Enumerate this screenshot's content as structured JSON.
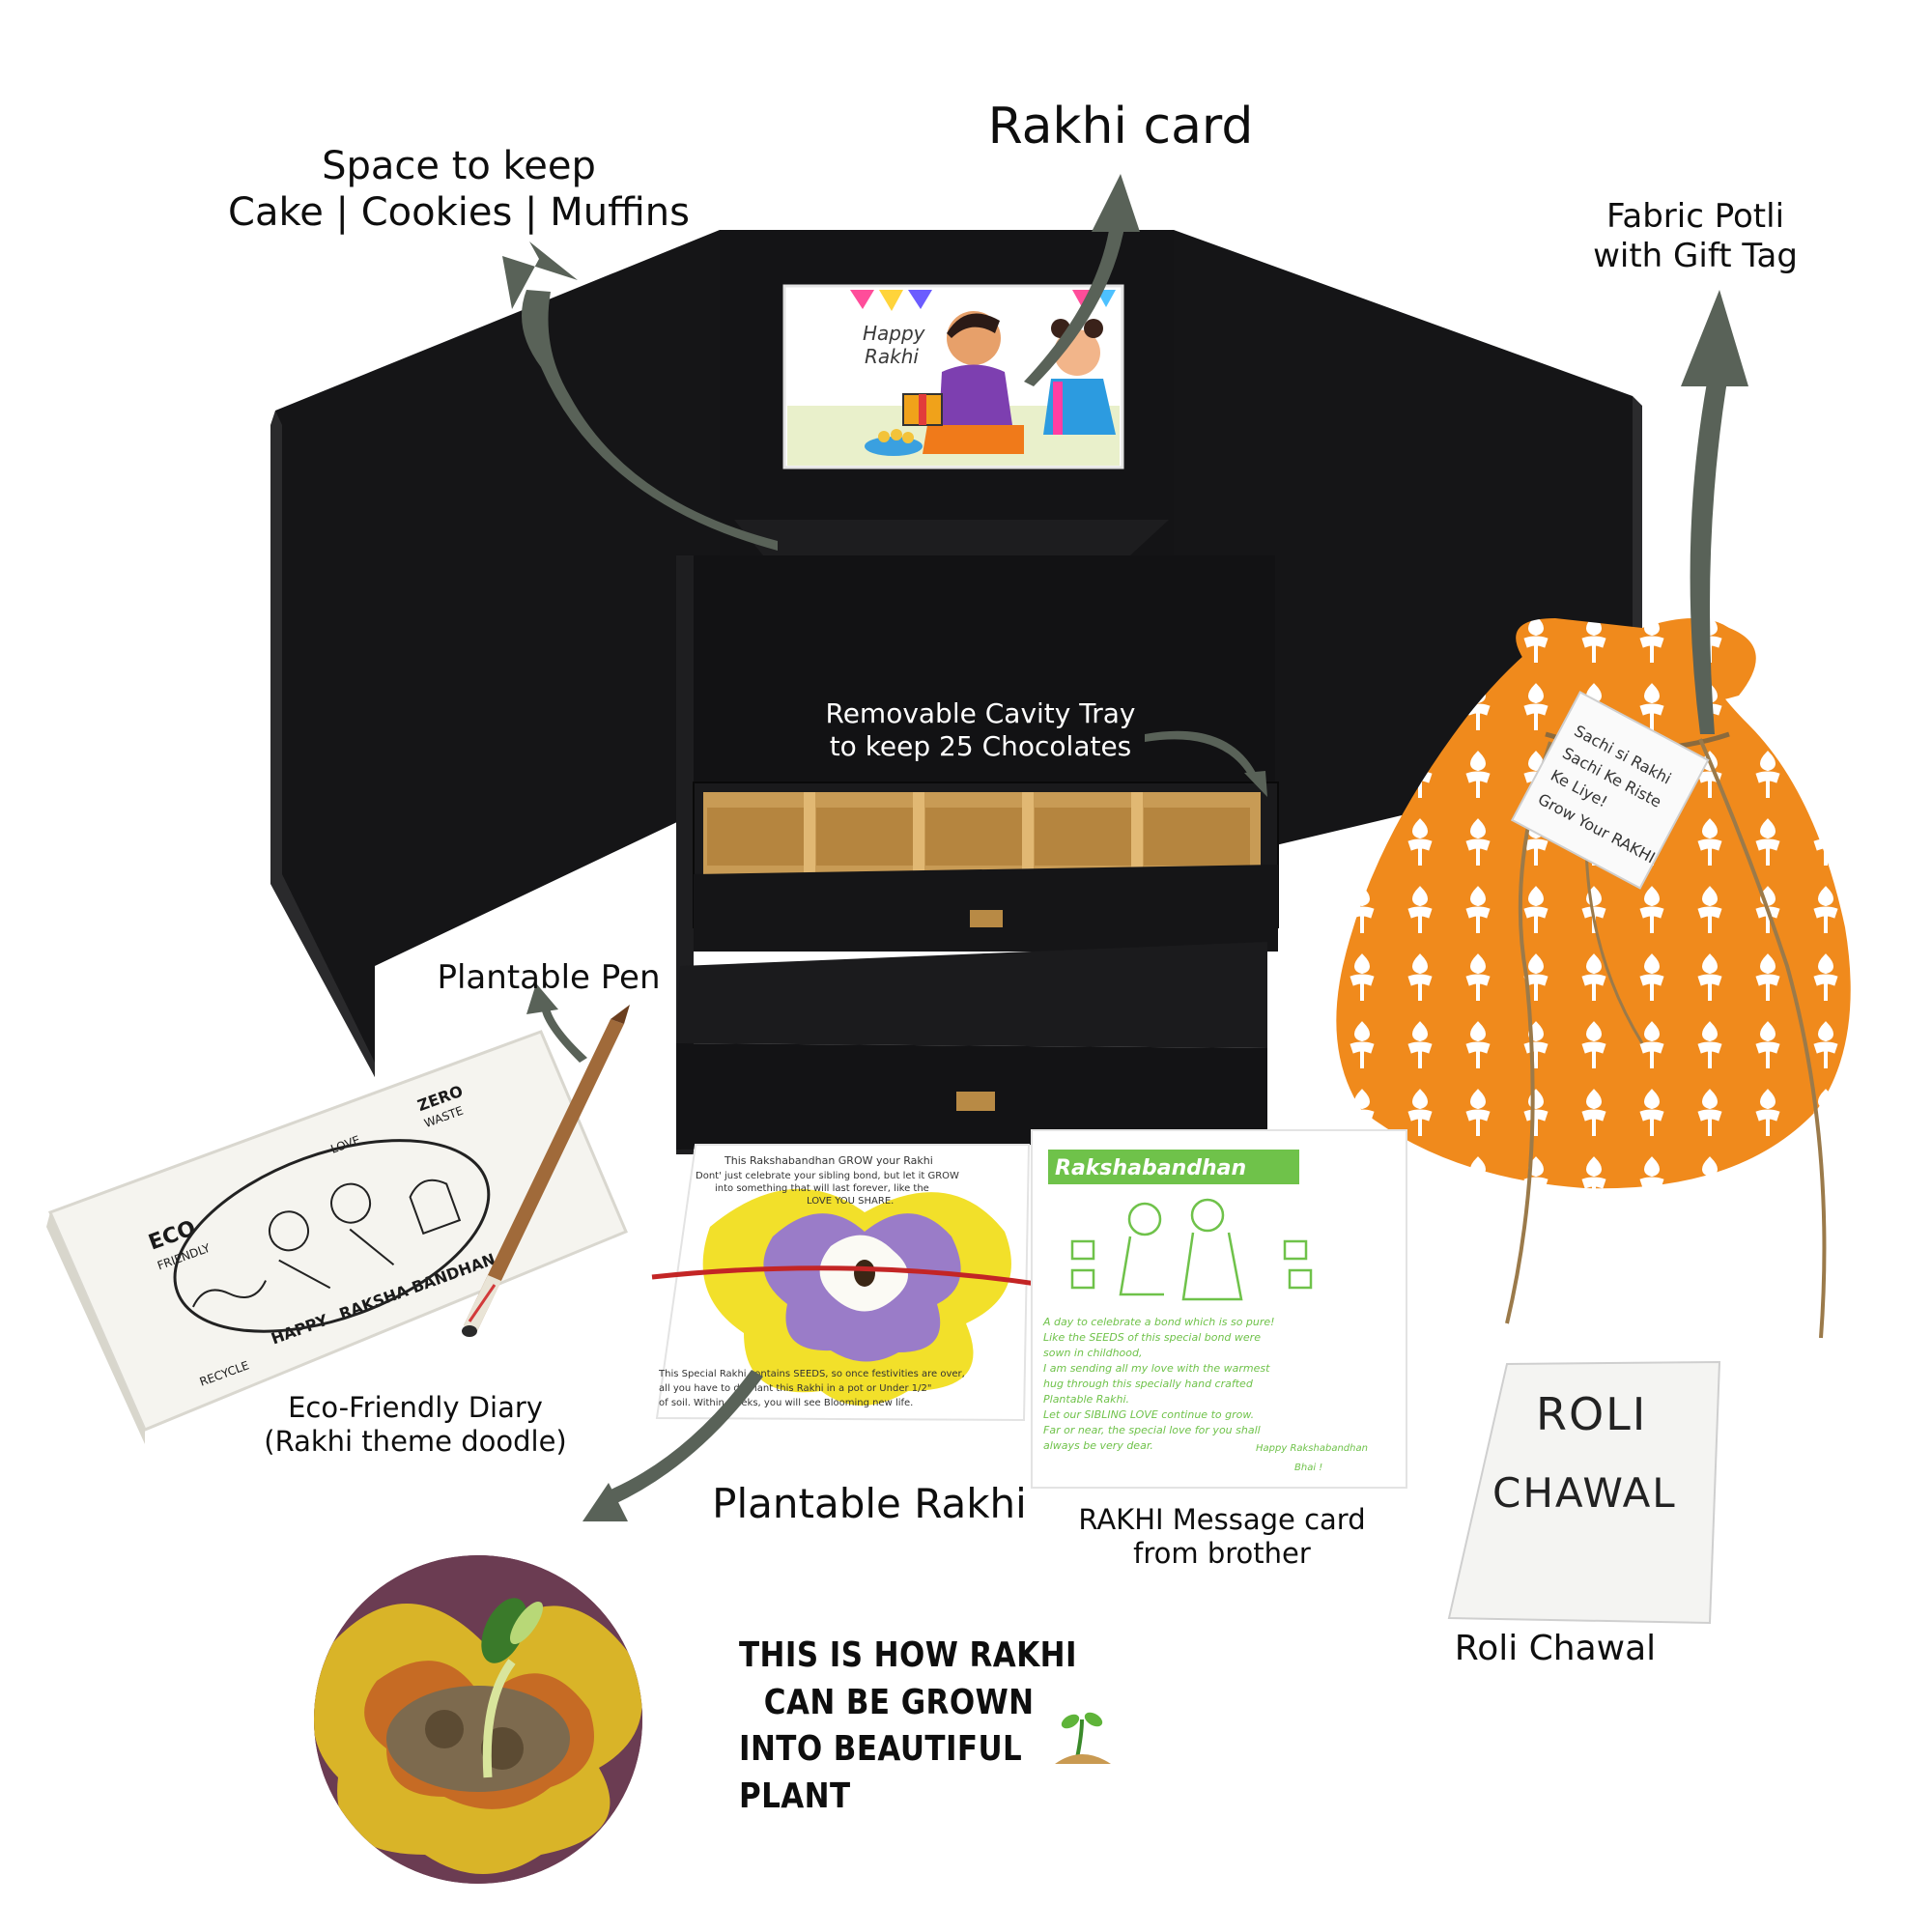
{
  "labels": {
    "rakhi_card": "Rakhi card",
    "space_line1": "Space to keep",
    "space_line2": "Cake | Cookies | Muffins",
    "potli_line1": "Fabric Potli",
    "potli_line2": "with Gift Tag",
    "tray_line1": "Removable Cavity Tray",
    "tray_line2": "to keep 25 Chocolates",
    "pen": "Plantable Pen",
    "diary_line1": "Eco-Friendly Diary",
    "diary_line2": "(Rakhi theme doodle)",
    "plantable_rakhi": "Plantable Rakhi",
    "message_line1": "RAKHI Message card",
    "message_line2": "from brother",
    "roli": "Roli Chawal",
    "grow_line1": "THIS IS HOW RAKHI",
    "grow_line2": "CAN BE GROWN",
    "grow_line3": "INTO BEAUTIFUL PLANT"
  },
  "card_art": {
    "happy": "Happy",
    "rakhi": "Rakhi"
  },
  "gift_tag": {
    "line1": "Sachi si Rakhi",
    "line2": "Sachi Ke Riste",
    "line3": "Ke Liye!",
    "line4": "Grow Your RAKHI"
  },
  "diary_doodle": {
    "eco": "ECO",
    "friendly": "FRIENDLY",
    "zero": "ZERO",
    "waste": "WASTE",
    "love": "LOVE",
    "happy": "HAPPY",
    "raksha": "RAKSHA BANDHAN",
    "recycle": "RECYCLE"
  },
  "seed_card": {
    "heading": "This Rakshabandhan GROW your Rakhi",
    "line2": "Dont' just celebrate your sibling bond, but let it GROW",
    "line3": "into something that will last forever, like the",
    "line4": "LOVE YOU SHARE.",
    "bottom1": "This Special Rakhi contains SEEDS, so once festivities are over,",
    "bottom2": "all you have to do Plant this Rakhi in a pot or Under 1/2\"",
    "bottom3": "of soil. Within weeks, you will see Blooming new life."
  },
  "message_card": {
    "banner": "Rakshabandhan",
    "lines": [
      "A day to celebrate a bond which is so pure!",
      "Like the SEEDS of this special bond were",
      "sown in childhood,",
      "I am sending all my love with the warmest",
      "hug through this specially hand crafted",
      "Plantable Rakhi.",
      "Let our SIBLING LOVE continue to grow.",
      "Far or near, the special love for you shall",
      "always be very dear."
    ],
    "sign1": "Happy Rakshabandhan",
    "sign2": "Bhai !"
  },
  "roli_packet": {
    "line1": "ROLI",
    "line2": "CHAWAL"
  },
  "colors": {
    "arrow": "#596258",
    "box": "#161618",
    "potli": "#f08a1c",
    "message_green": "#6fc24a",
    "gold": "#c99a52"
  }
}
